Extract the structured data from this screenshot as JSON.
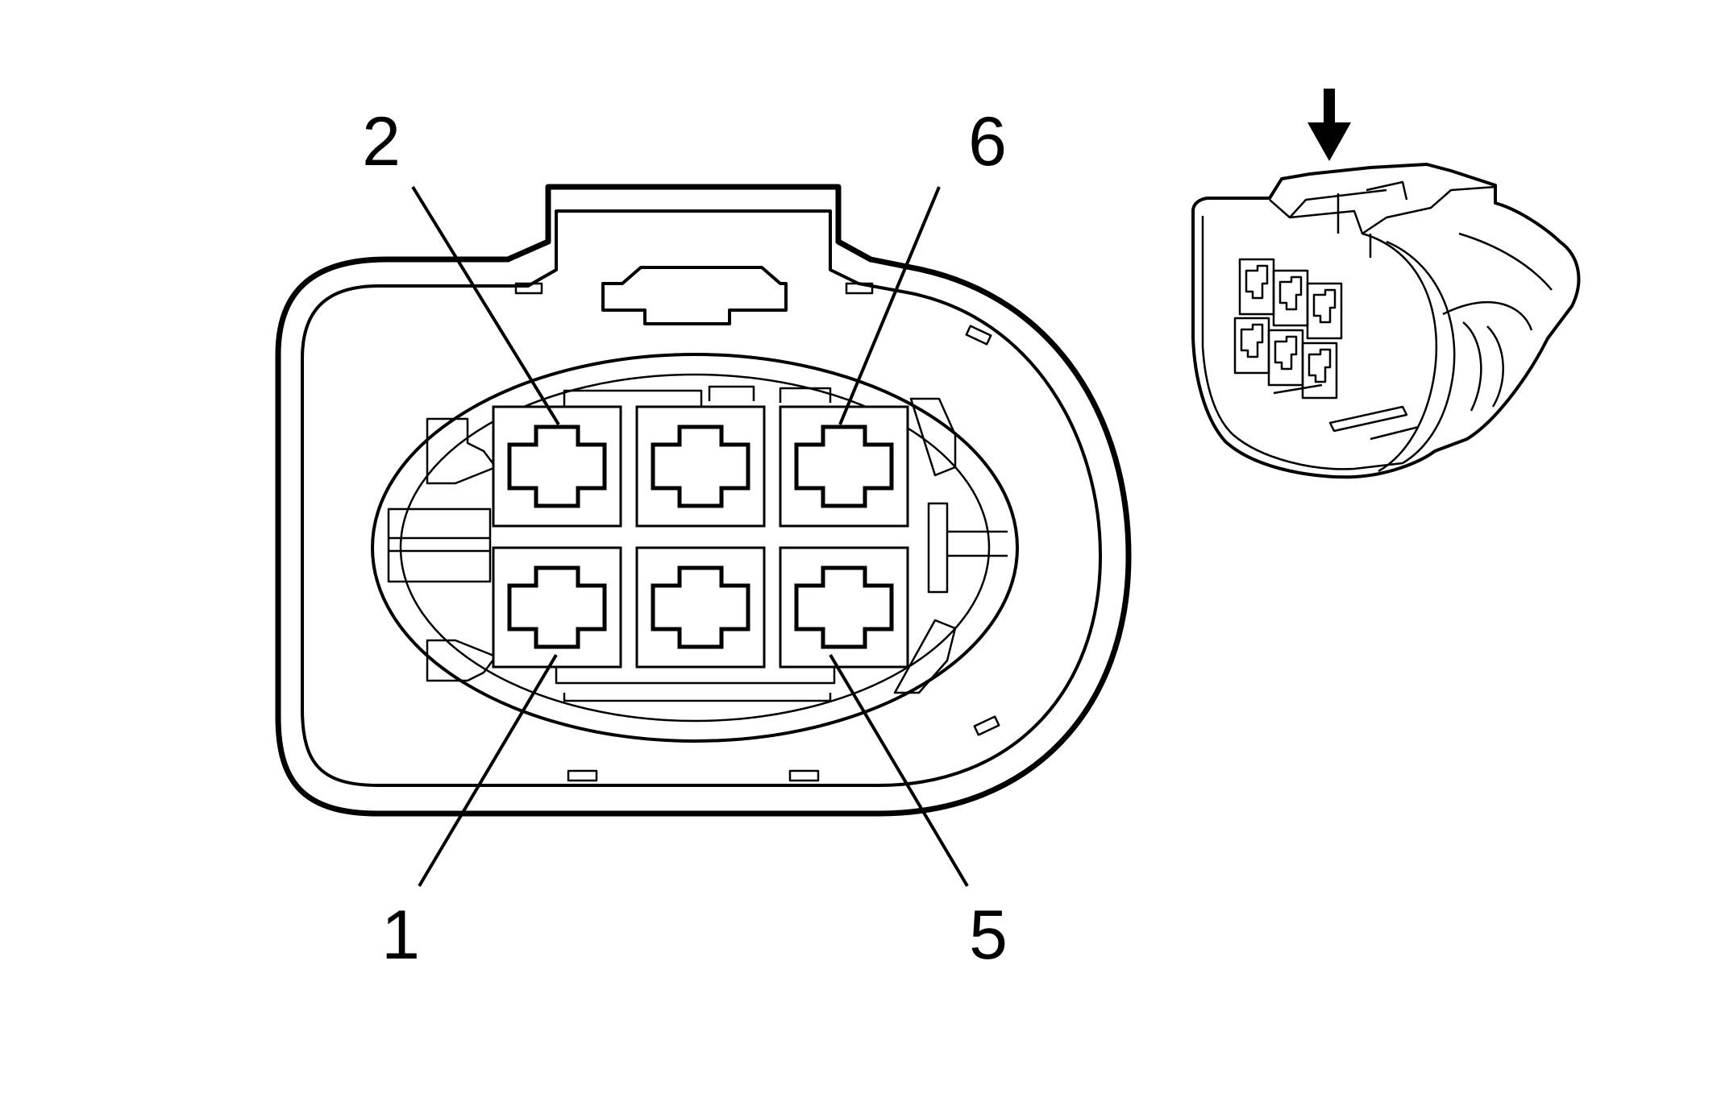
{
  "diagram": {
    "labels": {
      "pin_2": "2",
      "pin_6": "6",
      "pin_1": "1",
      "pin_5": "5"
    },
    "pin_count": 6,
    "icons": {
      "view_arrow": "down-arrow-icon"
    },
    "colors": {
      "line": "#000000",
      "background": "#ffffff"
    }
  }
}
